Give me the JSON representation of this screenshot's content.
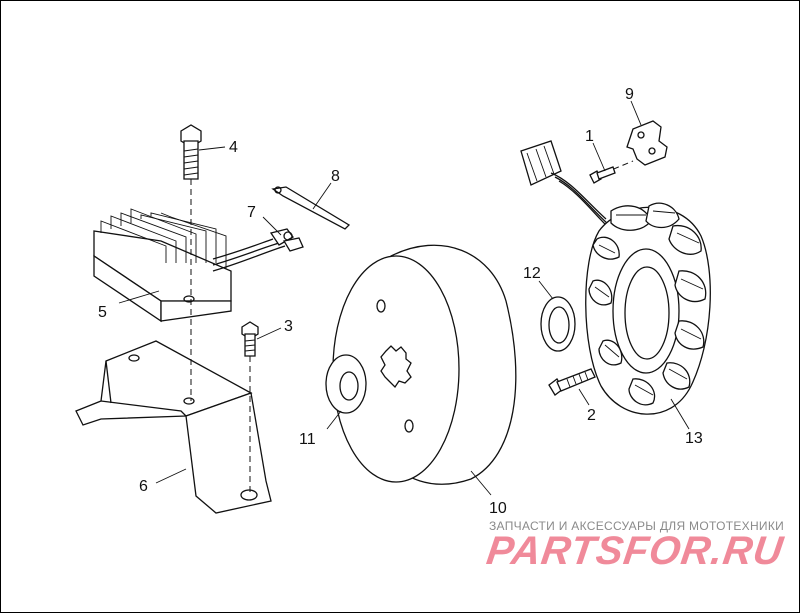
{
  "callouts": {
    "c1": "1",
    "c2": "2",
    "c3": "3",
    "c4": "4",
    "c5": "5",
    "c6": "6",
    "c7": "7",
    "c8": "8",
    "c9": "9",
    "c10": "10",
    "c11": "11",
    "c12": "12",
    "c13": "13"
  },
  "watermark": {
    "tagline": "ЗАПЧАСТИ И АКСЕССУАРЫ ДЛЯ МОТОТЕХНИКИ",
    "logo": "PARTSFOR.RU"
  },
  "colors": {
    "line": "#111111",
    "background": "#ffffff",
    "watermark_logo": "#f08a9a",
    "watermark_text": "#8a8a8a"
  }
}
